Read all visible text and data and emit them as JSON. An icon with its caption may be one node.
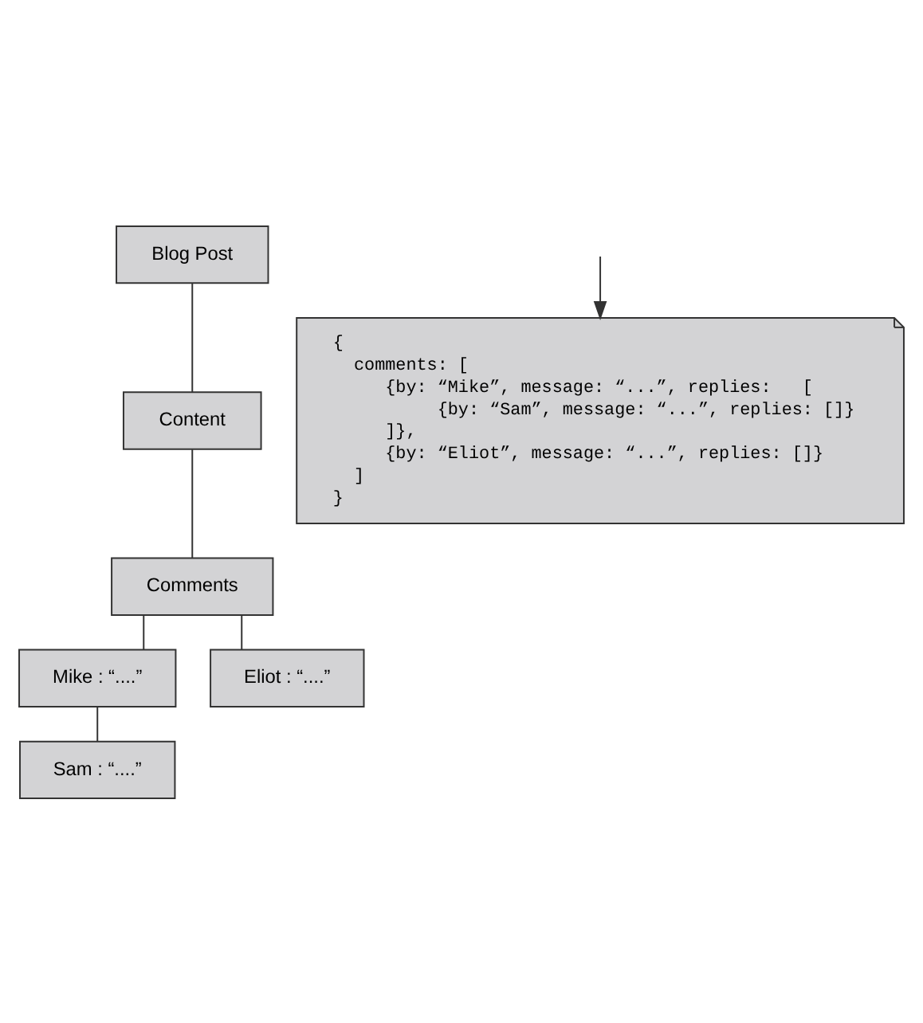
{
  "diagram": {
    "nodes": [
      {
        "text": [
          "Blog Post"
        ]
      },
      {
        "text": [
          "Content"
        ]
      },
      {
        "text": [
          "Comments"
        ]
      },
      {
        "text": [
          "Mike : “....”"
        ]
      },
      {
        "text": [
          "Sam : “....”"
        ]
      },
      {
        "text": [
          "Eliot : “....”"
        ]
      },
      {
        "text": [
          "{",
          "  comments: [",
          "     {by: “Mike”, message: “...”, replies:   [",
          "          {by: “Sam”, message: “...”, replies: []}",
          "     ]},",
          "     {by: “Eliot”, message: “...”, replies: []}",
          "  ]",
          "}"
        ]
      }
    ],
    "edges": [
      {
        "from": 0,
        "to": 1,
        "arrow": "none"
      },
      {
        "from": 1,
        "to": 2,
        "arrow": "none"
      },
      {
        "from": 2,
        "to": 3,
        "arrow": "none"
      },
      {
        "from": 3,
        "to": 4,
        "arrow": "none"
      },
      {
        "from": 2,
        "to": 5,
        "arrow": "none"
      },
      {
        "from": null,
        "to": 6,
        "arrow": "to"
      }
    ]
  }
}
